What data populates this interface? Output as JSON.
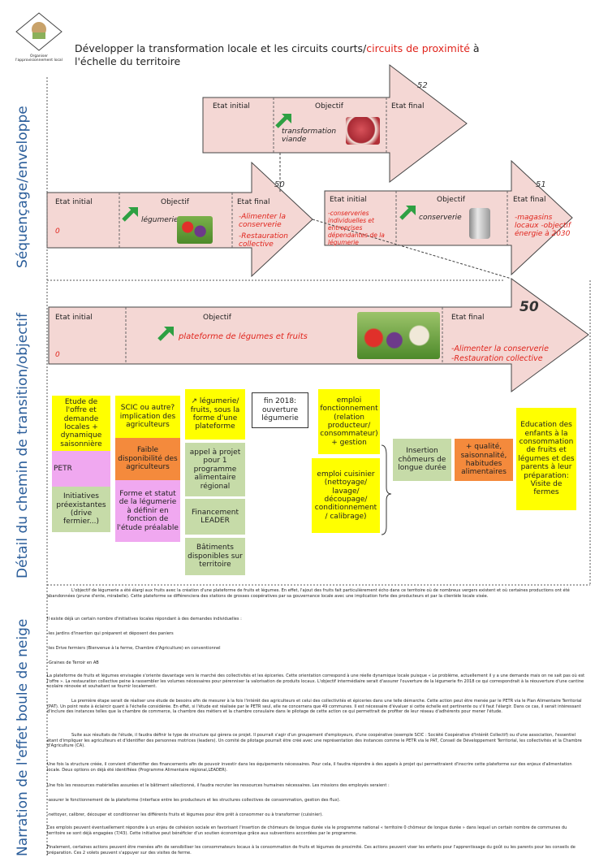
{
  "header": {
    "logo_label": "Organiser l'approvisionnement local",
    "title_part1": "Développer la transformation locale et les circuits courts/",
    "title_part2": "circuits de proximité",
    "title_part3": " à",
    "title_line2": "l'échelle du territoire"
  },
  "side_labels": {
    "s1": "Séquençage/enveloppe",
    "s2": "Détail du chemin de transition/objectif",
    "s3": "Narration de l'effet boule de neige"
  },
  "arrows": {
    "a52": {
      "num": "52",
      "initial": "Etat initial",
      "objectif": "Objectif",
      "final": "Etat final",
      "obj_text": "transformation viande"
    },
    "a50s": {
      "num": "50",
      "initial": "Etat initial",
      "objectif": "Objectif",
      "final": "Etat final",
      "initial_val": "0",
      "obj_text": "légumeries",
      "final_text1": "-Alimenter la conserverie",
      "final_text2": "-Restauration collective"
    },
    "a51": {
      "num": "51",
      "initial": "Etat initial",
      "objectif": "Objectif",
      "final": "Etat final",
      "initial_text": "-conserveries individuelles et entreprises dépendantes de la légumerie",
      "obj_text": "conserverie",
      "final_text": "-magasins locaux -objectif énergie à 2030"
    },
    "a50": {
      "num": "50",
      "initial": "Etat initial",
      "objectif": "Objectif",
      "final": "Etat final",
      "initial_val": "0",
      "obj_text": "plateforme de légumes et fruits",
      "final_text1": "-Alimenter la conserverie",
      "final_text2": "-Restauration collective"
    }
  },
  "boxes": {
    "b1": "Etude de l'offre et demande locales + dynamique saisonnière",
    "b2": "PETR",
    "b3": "Initiatives préexistantes (drive fermier...)",
    "b4": "SCIC ou autre? implication des agriculteurs",
    "b5": "Faible disponibilité des agriculteurs",
    "b6": "Forme et statut de la légumerie à définir en fonction de l'étude préalable",
    "b7": "↗ légumerie/ fruits, sous la forme d'une plateforme",
    "b8": "appel à projet pour 1 programme alimentaire régional",
    "b9": "Financement LEADER",
    "b10": "Bâtiments disponibles sur territoire",
    "b11": "fin 2018: ouverture légumerie",
    "b12": "emploi fonctionnement (relation producteur/ consommateur) + gestion",
    "b13": "emploi cuisinier (nettoyage/ lavage/ découpage/ conditionnement / calibrage)",
    "b14": "Insertion chômeurs de longue durée",
    "b15": "+ qualité, saisonnalité, habitudes alimentaires",
    "b16": "Education des enfants à la consommation de fruits et légumes et des parents à leur préparation: Visite de fermes"
  },
  "narration": [
    "L'objectif de légumerie a été élargi aux fruits avec la création d'une plateforme de fruits et légumes. En effet, l'ajout des fruits fait particulièrement écho dans ce territoire où de nombreux vergers existent et où certaines productions ont été abandonnées (prune d'ente, mirabelle). Cette plateforme se différenciera des stations de grosses coopératives par sa gouvernance locale avec une implication forte des producteurs et par la clientèle locale visée.",
    "Il existe déjà un certain nombre d'initiatives locales répondant à des demandes individuelles :",
    "-les jardins d'insertion qui préparent et déposent des paniers",
    "-les Drive fermiers (Bienvenue à la ferme, Chambre d'Agriculture) en conventionnel",
    "-Graines de Terroir en AB",
    "La plateforme de fruits et légumes envisagée s'oriente davantage vers le marché des collectivités et les épiceries. Cette orientation correspond à une réelle dynamique locale puisque « Le problème, actuellement il y a une demande mais on ne sait pas où est l'offre ». La restauration collective peine à rassembler les volumes nécessaires pour pérenniser la valorisation de produits locaux. L'objectif intermédiaire serait d'assurer l'ouverture de la légumerie fin 2018 ce qui correspondrait à la réouverture d'une cantine scolaire rénovée et souhaitant se fournir localement.",
    "La première étape serait de réaliser une étude de besoins afin de mesurer à la fois l'intérêt des agriculteurs et celui des collectivités et épiceries dans une telle démarche. Cette action peut être menée par le PETR via le Plan Alimentaire Territorial (PAT). Un point reste à éclaircir quant à l'échelle considérée. En effet, si l'étude est réalisée par le PETR seul, elle ne concernera que 49 communes. Il est nécessaire d'évaluer si cette échelle est pertinente ou s'il faut l'élargir. Dans ce cas, il serait intéressant d'inclure des instances telles que la chambre de commerce, la chambre des métiers et la chambre consulaire dans le pilotage de cette action ce qui permettrait de profiter de leur réseau d'adhérents pour mener l'étude.",
    "Suite aux résultats de l'étude, il faudra définir le type de structure qui gèrera ce projet. Il pourrait s'agir d'un groupement d'employeurs, d'une coopérative (exemple SCIC : Société Coopérative d'Intérêt Collectif) ou d'une association, l'essentiel étant d'impliquer les agriculteurs et d'identifier des personnes motrices (leaders). Un comité de pilotage pourrait être créé avec une représentation des instances comme le PETR via le PAT, Conseil de Développement Territorial, les collectivités et la Chambre d'Agriculture (CA).",
    "Une fois la structure créée, il convient d'identifier des financements afin de pouvoir investir dans les équipements nécessaires. Pour cela, il faudra répondre à des appels à projet qui permettraient d'inscrire cette plateforme sur des enjeux d'alimentation locale. Deux options on déjà été identifiées (Programme Alimentaire régional,LEADER).",
    "Une fois les ressources matérielles assurées et le bâtiment sélectionné, il faudra recruter les ressources humaines nécessaires. Les missions des employés seraient :",
    "-assurer le fonctionnement de la plateforme (interface entre les producteurs et les structures collectives de consommation, gestion des flux).",
    "-nettoyer, calibrer, découper et conditionner les différents fruits et légumes pour être prêt à consommer ou à transformer (cuisinier).",
    "Ces emplois peuvent éventuellement répondre à un enjeu de cohésion sociale en favorisant l'insertion de chômeurs de longue durée via le programme national « territoire 0 chômeur de longue durée » dans lequel un certain nombre de communes du territoire se sont déjà engagées (7/43). Cette initiative peut bénéficier d'un soutien économique grâce aux subventions accordées par le programme.",
    "Finalement, certaines actions peuvent être menées afin de sensibiliser les consommateurs locaux à la consommation de fruits et légumes de proximité. Ces actions peuvent viser les enfants pour l'apprentissage du goût ou les parents pour les conseils de préparation. Ces 2 volets peuvent s'appuyer sur des visites de ferme."
  ]
}
